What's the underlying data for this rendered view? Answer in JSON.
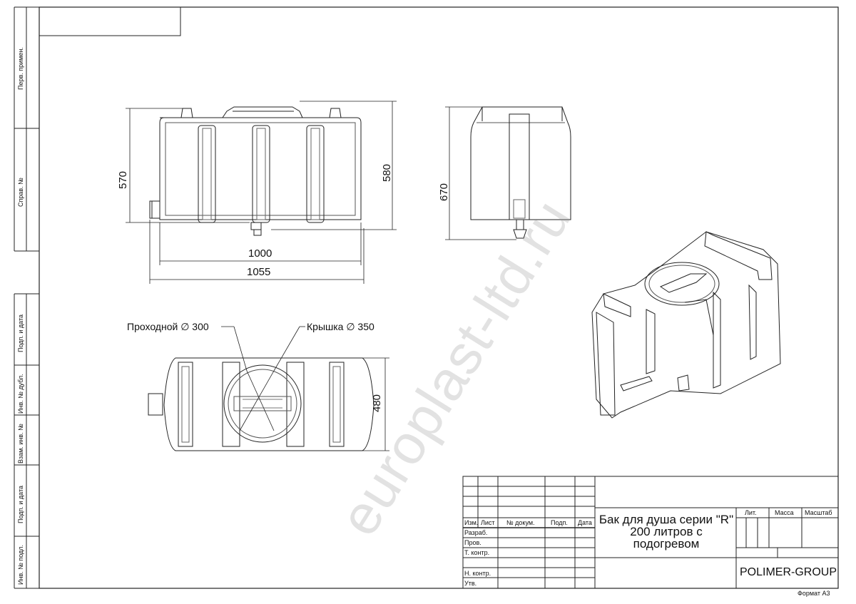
{
  "side_labels": {
    "perv_primen": "Перв. примен.",
    "sprav_no": "Справ. №",
    "podp_data_1": "Подп. и дата",
    "inv_dubl": "Инв. № дубл.",
    "vzam_inv": "Взам. инв. №",
    "podp_data_2": "Подп. и дата",
    "inv_podl": "Инв. № подл."
  },
  "dimensions": {
    "front_height_left": "570",
    "front_height_right": "580",
    "front_width_inner": "1000",
    "front_width_outer": "1055",
    "side_height": "670",
    "top_depth": "480"
  },
  "callouts": {
    "passage": "Проходной ∅ 300",
    "lid": "Крышка ∅ 350"
  },
  "title_block": {
    "headers": {
      "izm": "Изм.",
      "list": "Лист",
      "doc_no": "№ докум.",
      "podp": "Подп.",
      "data": "Дата"
    },
    "roles": {
      "razrab": "Разраб.",
      "prov": "Пров.",
      "t_kontr": "Т. контр.",
      "n_kontr": "Н. контр.",
      "utv": "Утв."
    },
    "lit": "Лит.",
    "massa": "Масса",
    "masshtab": "Масштаб",
    "title": "Бак для душа серии \"R\" 200 литров с подогревом",
    "company": "POLIMER-GROUP"
  },
  "format": "Формат А3",
  "watermark": "europlast-ltd.ru"
}
